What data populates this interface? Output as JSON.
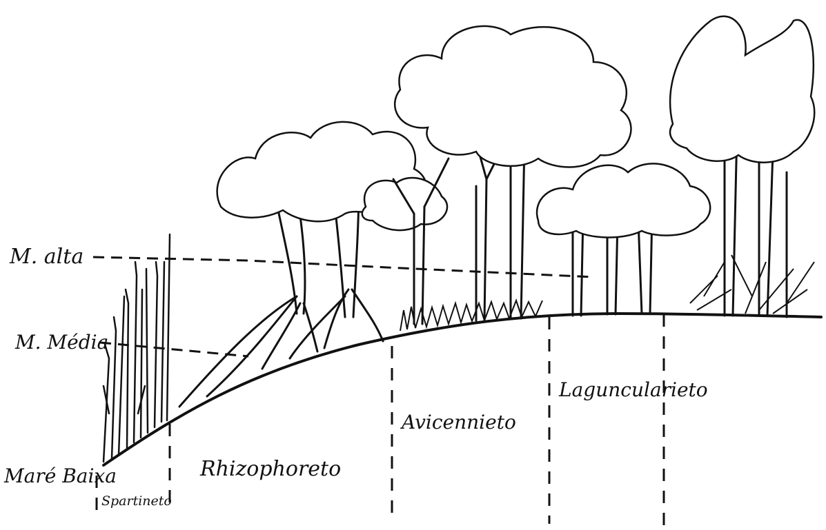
{
  "tide_levels": {
    "high": "M. alta",
    "mid": "M. Média",
    "low": "Maré Baixa"
  },
  "zones": {
    "spartineto": "Spartineto",
    "rhizophoreto": "Rhizophoreto",
    "avicennieto": "Avicennieto",
    "laguncularieto": "Laguncularieto"
  },
  "style": {
    "ink": "#111111",
    "paper": "#ffffff"
  }
}
